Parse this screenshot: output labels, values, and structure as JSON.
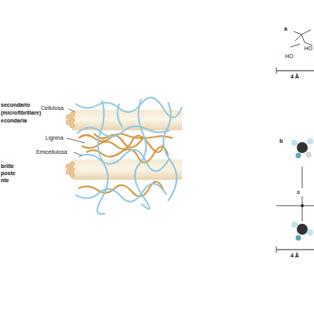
{
  "diagram": {
    "labels": [
      "secondario",
      "(microfibrillare)",
      "econdaria",
      "brille",
      "poste",
      "nte",
      "Cellulosa",
      "Lignina",
      "Emicellulosa",
      "a",
      "HO",
      "HO",
      "4 Å",
      "b",
      "a",
      "4 Å"
    ]
  }
}
